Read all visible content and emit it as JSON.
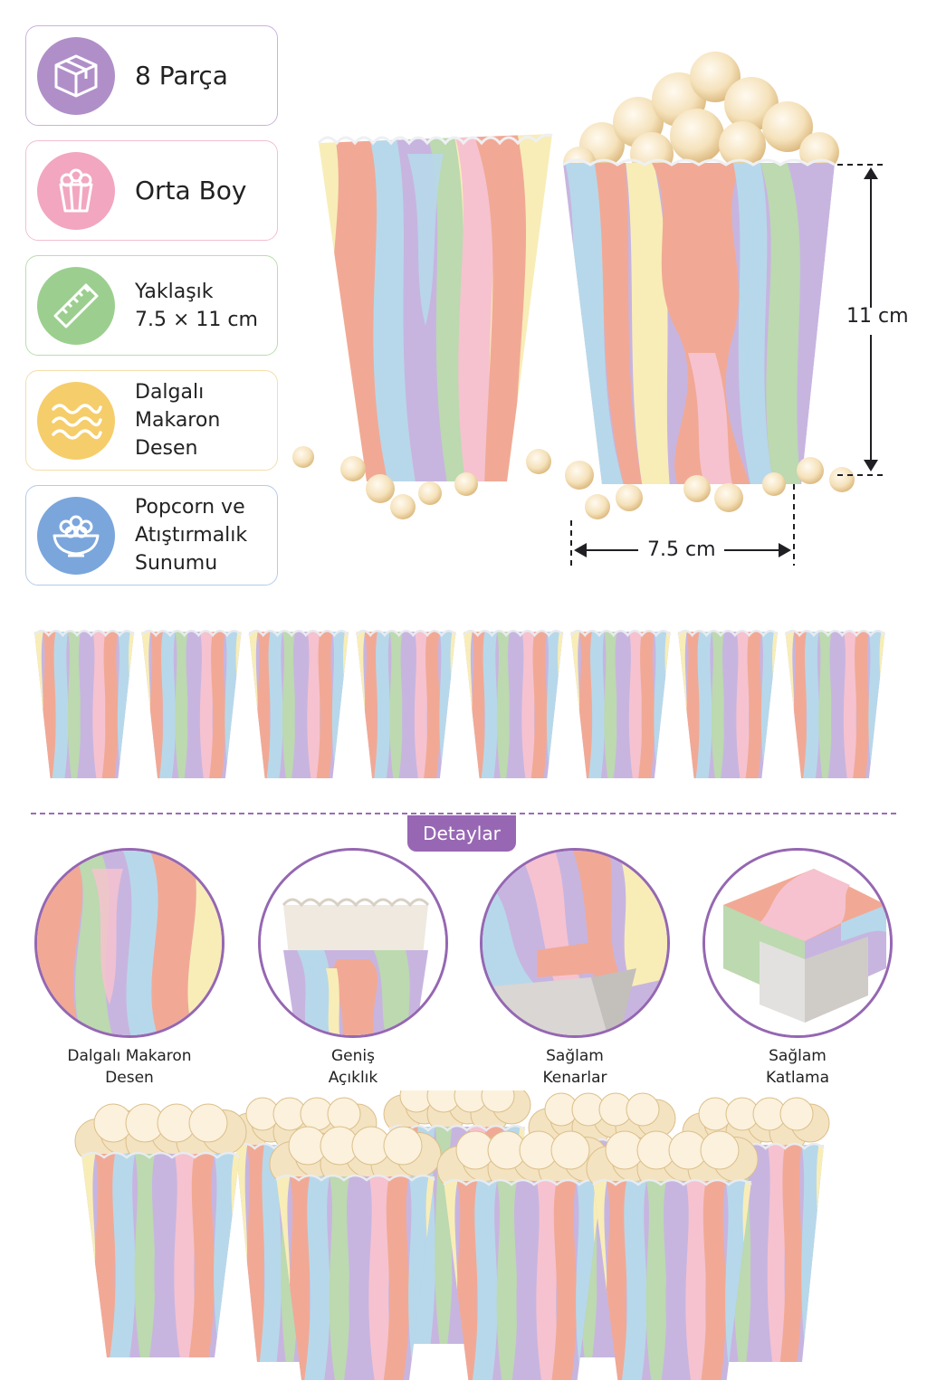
{
  "features": [
    {
      "icon": "box-icon",
      "color": "#b08fc9",
      "border": "#c9b3dc",
      "lines": [
        "8 Parça"
      ],
      "big": true
    },
    {
      "icon": "popcorn-cup-icon",
      "color": "#f2a6bf",
      "border": "#f3bfd0",
      "lines": [
        "Orta Boy"
      ],
      "big": true
    },
    {
      "icon": "ruler-icon",
      "color": "#9ccf8f",
      "border": "#bcdcb1",
      "lines": [
        "Yaklaşık",
        "7.5 × 11 cm"
      ],
      "big": false
    },
    {
      "icon": "wave-icon",
      "color": "#f5cd6a",
      "border": "#f4deaa",
      "lines": [
        "Dalgalı",
        "Makaron",
        "Desen"
      ],
      "big": false
    },
    {
      "icon": "popcorn-bowl-icon",
      "color": "#7aa6dc",
      "border": "#b3cbe9",
      "lines": [
        "Popcorn ve",
        "Atıştırmalık",
        "Sunumu"
      ],
      "big": false
    }
  ],
  "dimensions": {
    "height": "11 cm",
    "width": "7.5 cm"
  },
  "details_title": "Detaylar",
  "details": [
    {
      "lines": [
        "Dalgalı Makaron",
        "Desen"
      ]
    },
    {
      "lines": [
        "Geniş",
        "Açıklık"
      ]
    },
    {
      "lines": [
        "Sağlam",
        "Kenarlar"
      ]
    },
    {
      "lines": [
        "Sağlam",
        "Katlama"
      ]
    }
  ],
  "palette": {
    "peach": "#f1a995",
    "pink": "#f6c2cf",
    "lilac": "#c7b5e0",
    "blue": "#b7d8ea",
    "mint": "#bcd9b0",
    "cream": "#f8edb7",
    "accent": "#9867b4"
  }
}
